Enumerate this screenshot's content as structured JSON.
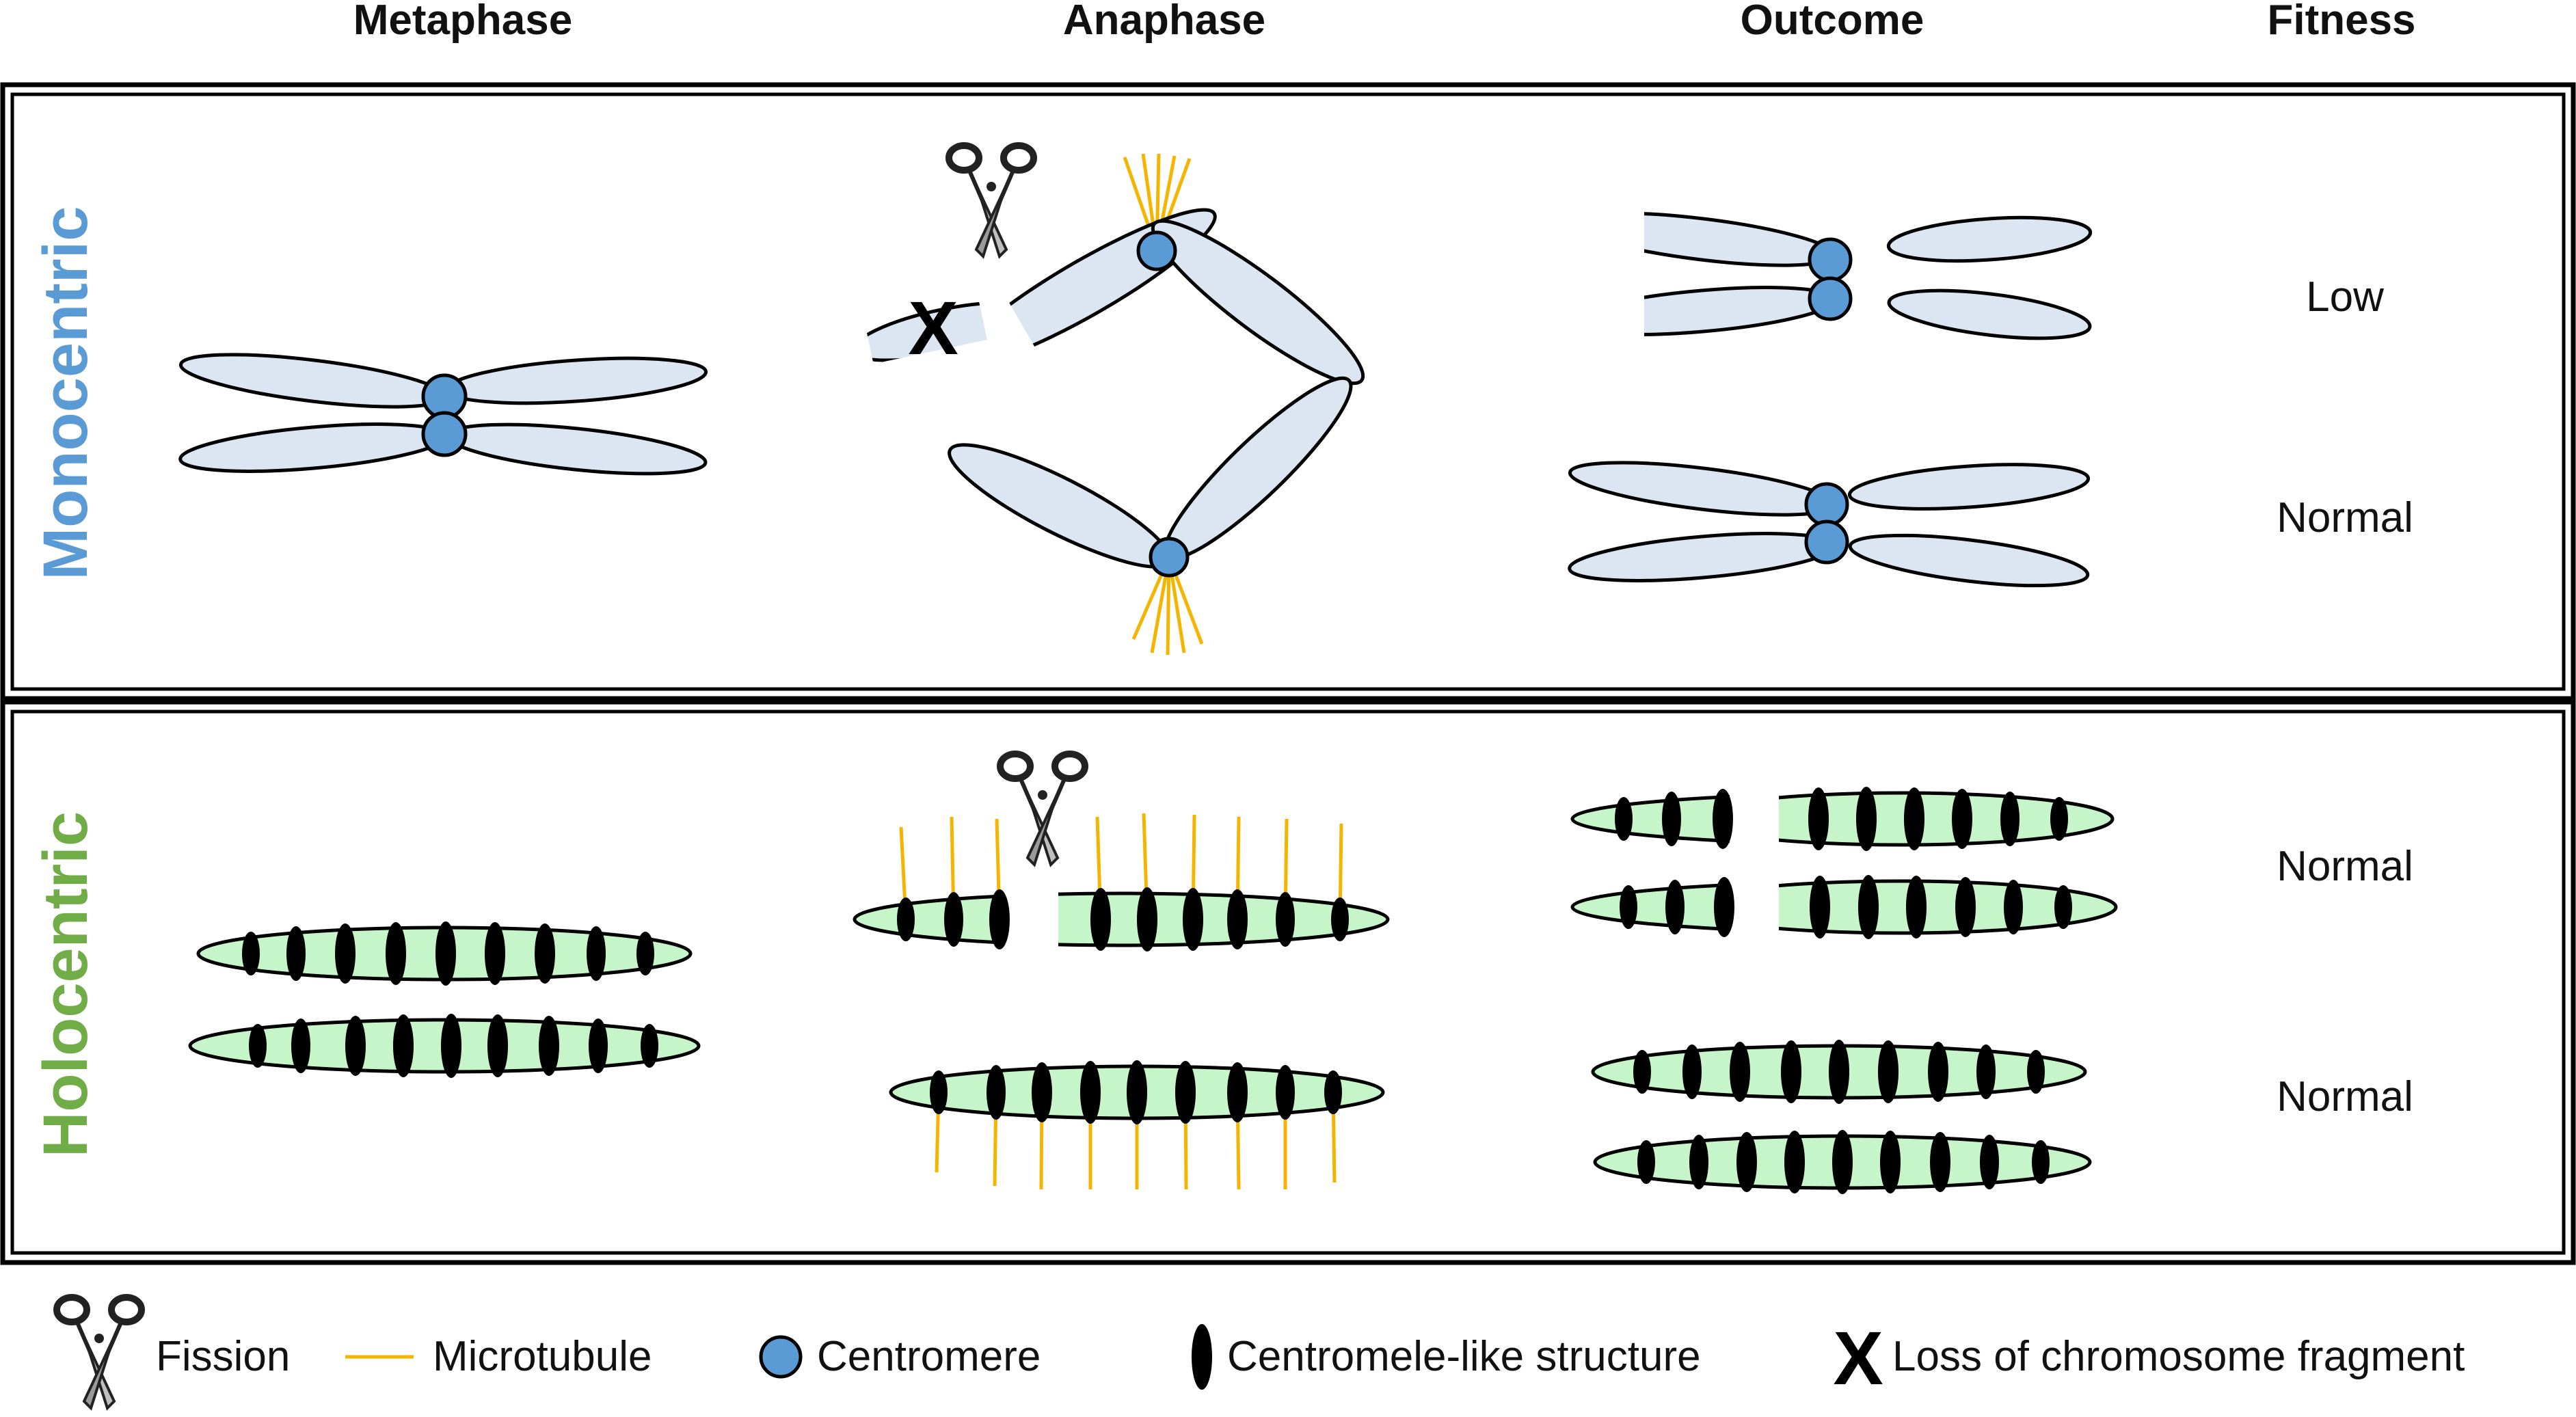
{
  "headers": {
    "metaphase": "Metaphase",
    "anaphase": "Anaphase",
    "outcome": "Outcome",
    "fitness": "Fitness"
  },
  "rows": {
    "monocentric": {
      "label": "Monocentric",
      "color": "#5b9bd5"
    },
    "holocentric": {
      "label": "Holocentric",
      "color": "#70ad47"
    }
  },
  "fitness_values": {
    "mono_fission": "Low",
    "mono_normal": "Normal",
    "holo_fission": "Normal",
    "holo_normal": "Normal"
  },
  "loss_marker": "X",
  "legend": {
    "fission": "Fission",
    "microtubule": "Microtubule",
    "centromere": "Centromere",
    "centromere_like": "Centromele-like structure",
    "loss_symbol": "X",
    "loss": "Loss of chromosome fragment"
  },
  "colors": {
    "chromatid_blue": "#dce6f2",
    "centromere_blue": "#5b9bd5",
    "chromatid_green": "#c6f5c9",
    "centromere_like_black": "#000000",
    "microtubule_yellow": "#f5b400"
  },
  "icons": [
    "scissors-icon",
    "centromere-icon",
    "centromere-like-icon",
    "microtubule-icon"
  ]
}
